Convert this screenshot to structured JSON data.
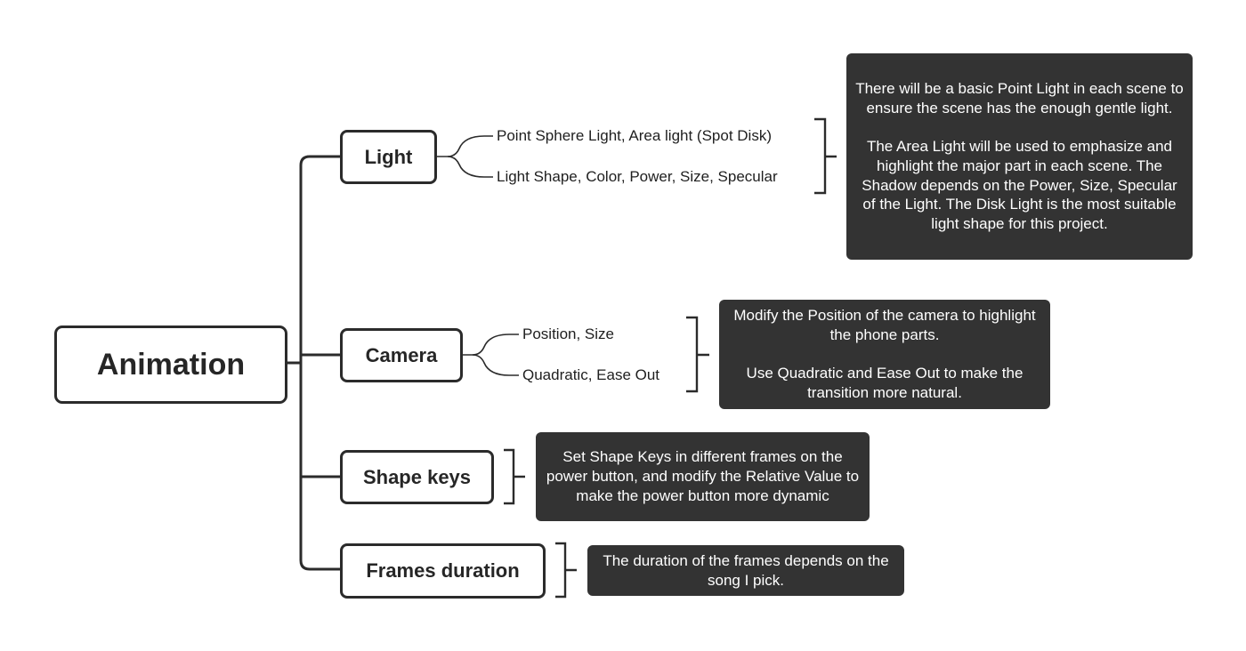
{
  "root": {
    "label": "Animation"
  },
  "branches": {
    "light": {
      "label": "Light",
      "leaves": [
        "Point Sphere Light, Area light (Spot Disk)",
        "Light Shape, Color, Power, Size, Specular"
      ],
      "note": [
        "There will be a basic Point Light in each scene to ensure the scene has the enough gentle light.",
        "The Area Light will be used to emphasize and highlight the major part in each scene. The Shadow depends on the Power, Size, Specular of the Light. The Disk Light is the most suitable light shape for this project."
      ]
    },
    "camera": {
      "label": "Camera",
      "leaves": [
        "Position, Size",
        "Quadratic, Ease Out"
      ],
      "note": [
        "Modify the Position of the camera to highlight the phone parts.",
        "Use Quadratic and Ease Out to make the transition more natural."
      ]
    },
    "shape_keys": {
      "label": "Shape keys",
      "note": [
        "Set Shape Keys in different frames on the power button, and modify the Relative Value to make the power button more dynamic"
      ]
    },
    "frames_duration": {
      "label": "Frames duration",
      "note": [
        "The duration of the frames depends on the song I pick."
      ]
    }
  },
  "colors": {
    "line": "#2b2b2b",
    "note_bg": "#333333",
    "note_text": "#ffffff"
  }
}
